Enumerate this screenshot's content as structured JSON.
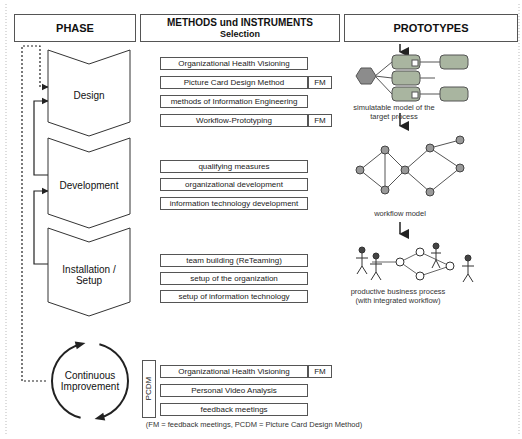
{
  "diagram": {
    "nodes": [
      {
        "text": [
          "PHASE"
        ]
      },
      {
        "text": [
          "METHODS und INSTRUMENTS",
          "Selection"
        ]
      },
      {
        "text": [
          "PROTOTYPES"
        ]
      },
      {
        "text": [
          "Design"
        ]
      },
      {
        "text": [
          "Development"
        ]
      },
      {
        "text": [
          "Installation / Setup"
        ]
      },
      {
        "text": [
          "Continuous Improvement"
        ]
      },
      {
        "text": [
          "Organizational Health Visioning"
        ]
      },
      {
        "text": [
          "Picture Card Design Method"
        ]
      },
      {
        "text": [
          "FM"
        ]
      },
      {
        "text": [
          "methods of Information Engineering"
        ]
      },
      {
        "text": [
          "Workflow-Prototyping"
        ]
      },
      {
        "text": [
          "FM"
        ]
      },
      {
        "text": [
          "qualifying measures"
        ]
      },
      {
        "text": [
          "organizational development"
        ]
      },
      {
        "text": [
          "information technology development"
        ]
      },
      {
        "text": [
          "team building (ReTeaming)"
        ]
      },
      {
        "text": [
          "setup of the organization"
        ]
      },
      {
        "text": [
          "setup of information technology"
        ]
      },
      {
        "text": [
          "PCDM"
        ]
      },
      {
        "text": [
          "Organizational Health Visioning"
        ]
      },
      {
        "text": [
          "FM"
        ]
      },
      {
        "text": [
          "Personal Video Analysis"
        ]
      },
      {
        "text": [
          "feedback meetings"
        ]
      }
    ],
    "edges": [
      {
        "from": 4,
        "to": 3,
        "arrow": "to"
      },
      {
        "from": 5,
        "to": 4,
        "arrow": "to"
      },
      {
        "from": 6,
        "to": 3,
        "arrow": "to"
      }
    ],
    "labels": [
      "simulatable model of the target process",
      "workflow model",
      "productive business process (with integrated workflow)",
      "(FM = feedback meetings, PCDM = Picture Card Design Method)"
    ]
  }
}
